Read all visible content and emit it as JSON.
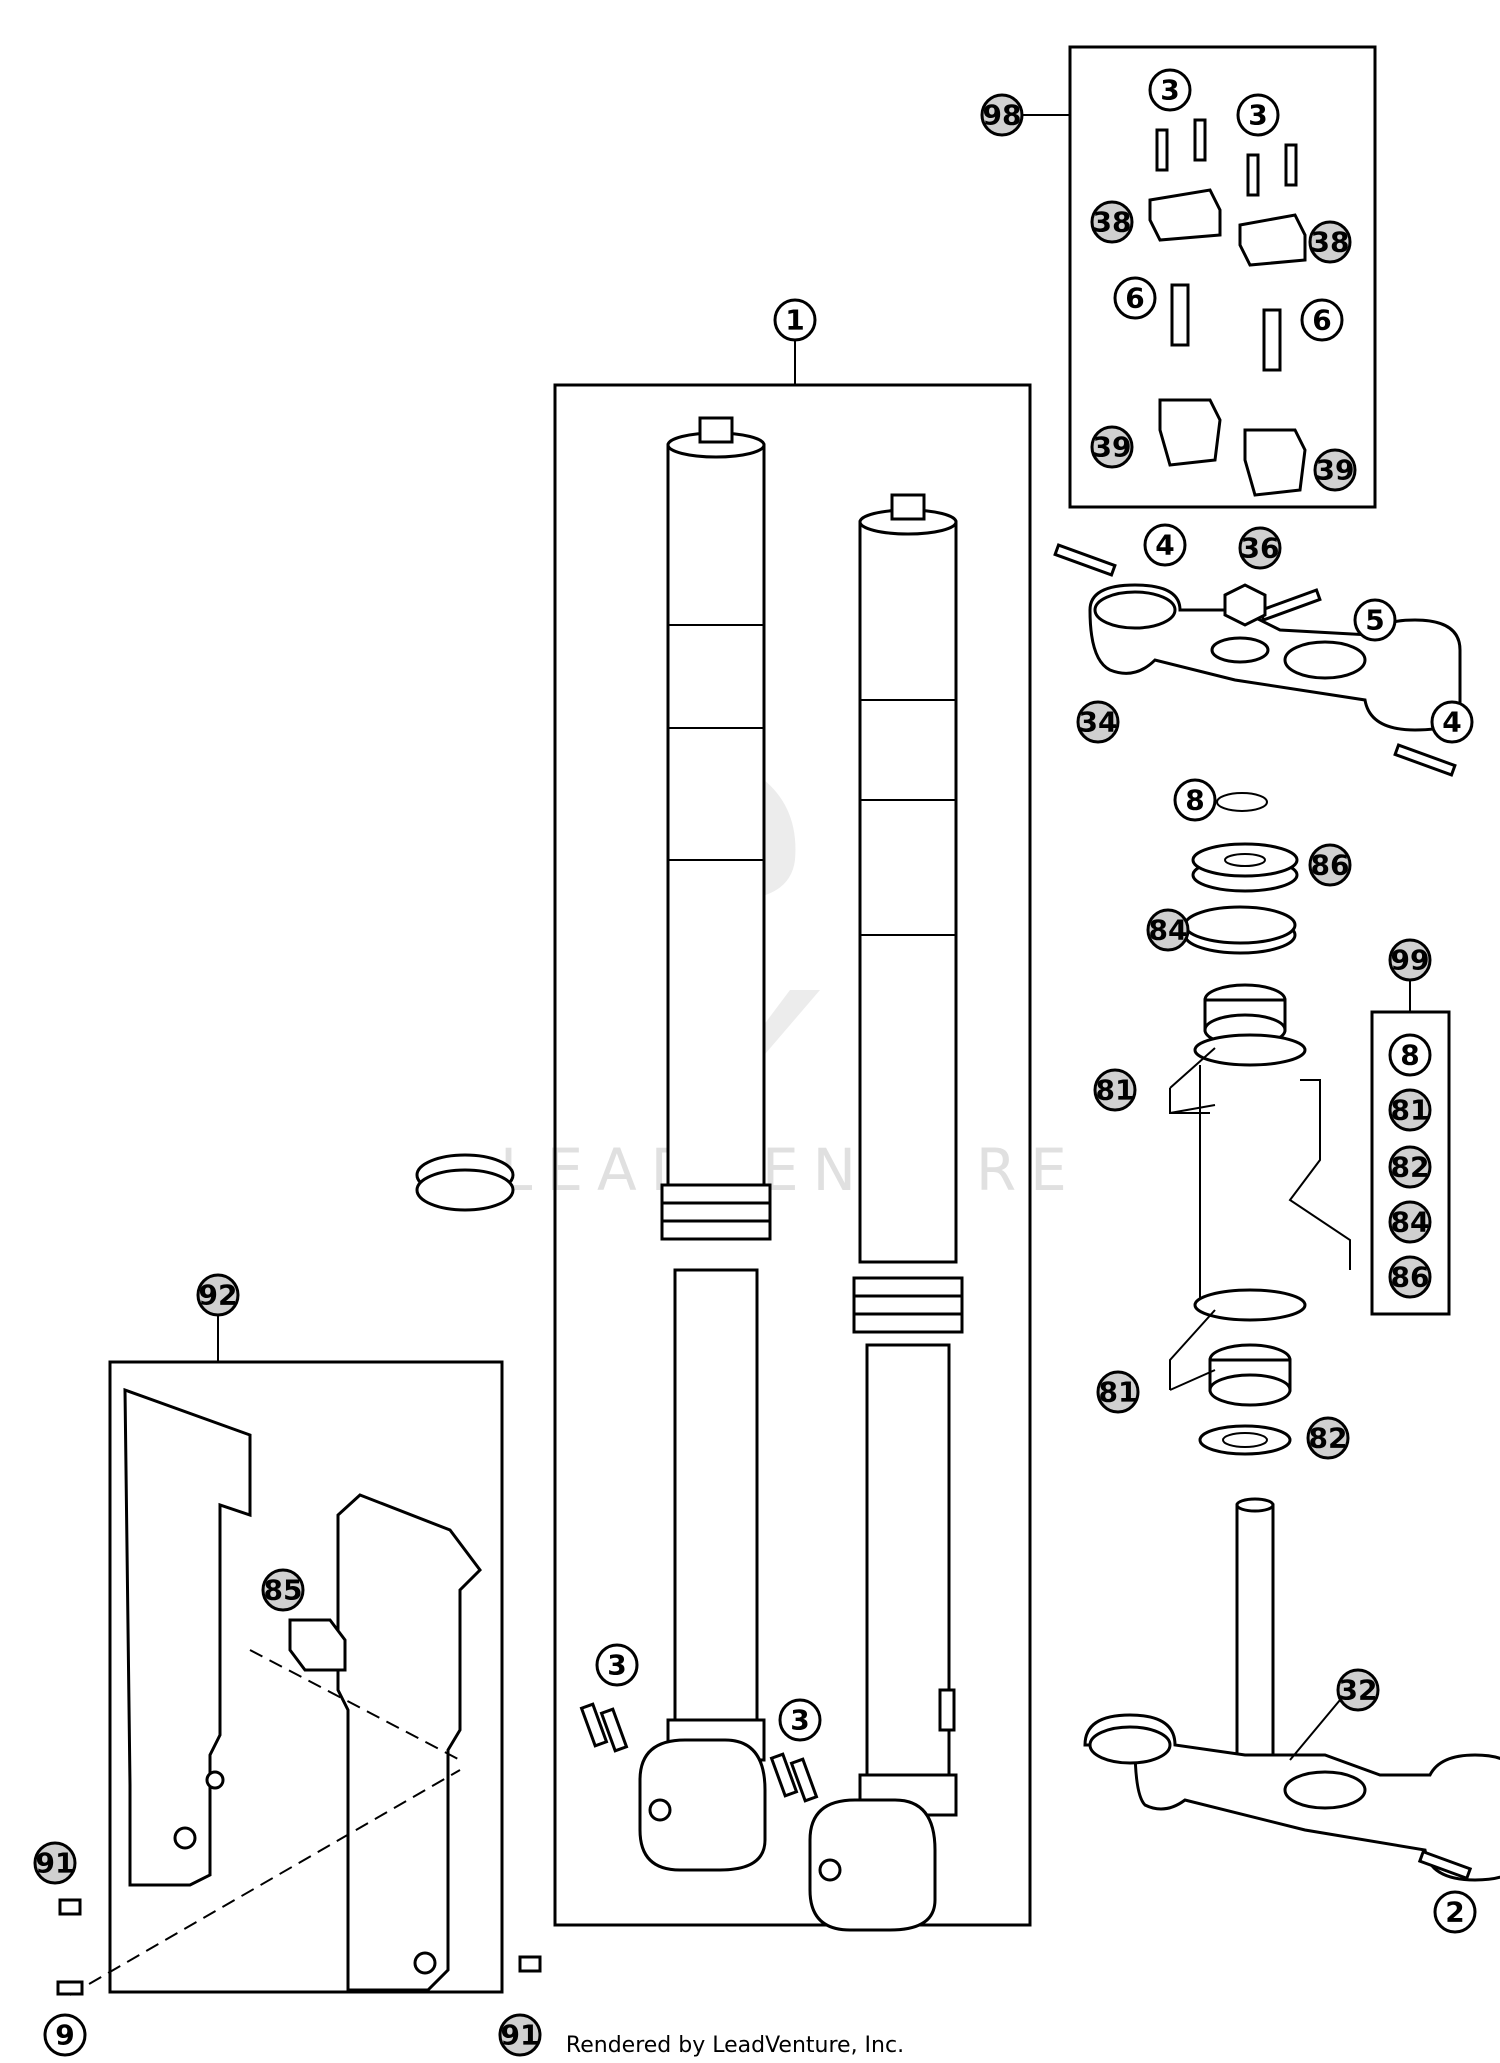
{
  "footer": {
    "credit": "Rendered by LeadVenture, Inc."
  },
  "watermark": {
    "text": "LEADVENTURE"
  },
  "callouts": {
    "c1": "1",
    "c2": "2",
    "c3a": "3",
    "c3b": "3",
    "c3c": "3",
    "c3d": "3",
    "c4a": "4",
    "c4b": "4",
    "c5": "5",
    "c6a": "6",
    "c6b": "6",
    "c8": "8",
    "c9": "9",
    "c32": "32",
    "c34": "34",
    "c36": "36",
    "c38a": "38",
    "c38b": "38",
    "c39a": "39",
    "c39b": "39",
    "c81a": "81",
    "c81b": "81",
    "c82": "82",
    "c84": "84",
    "c85": "85",
    "c86": "86",
    "c91a": "91",
    "c91b": "91",
    "c92": "92",
    "c98": "98",
    "c99": "99"
  },
  "kit_99_items": [
    "8",
    "81",
    "82",
    "84",
    "86"
  ]
}
